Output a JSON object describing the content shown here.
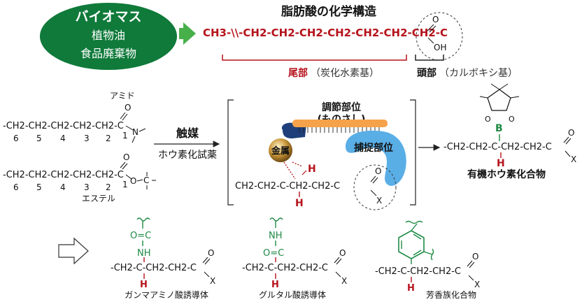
{
  "biomass": {
    "title": "バイオマス",
    "line1": "植物油",
    "line2": "食品廃棄物"
  },
  "fatty_acid": {
    "title": "脂肪酸の化学構造",
    "chain": "CH3-\\\\-CH2-CH2-CH2-CH2-CH2-CH2-CH2-C",
    "oxo": "O",
    "oh": "OH",
    "tail_label": "尾部",
    "tail_note": "（炭化水素基）",
    "head_label": "頭部",
    "head_note": "（カルボキシ基）"
  },
  "amide": {
    "label": "アミド",
    "chain": "-CH2-CH2-CH2-CH2-CH2-C",
    "nums": [
      "6",
      "5",
      "4",
      "3",
      "2",
      "1"
    ],
    "o": "O",
    "n": "N"
  },
  "ester": {
    "label": "エステル",
    "chain": "-CH2-CH2-CH2-CH2-CH2-C",
    "nums": [
      "6",
      "5",
      "4",
      "3",
      "2",
      "1"
    ],
    "o_top": "O",
    "o_side": "O",
    "c": "C"
  },
  "reaction": {
    "catalyst": "触媒",
    "reagent": "ホウ素化試薬"
  },
  "catalyst_model": {
    "regulator": "調節部位",
    "regulator_sub": "(ものさし)",
    "metal": "金属",
    "capture": "捕捉部位",
    "chain": "CH2-CH2-C-CH2-CH2-C",
    "h_top": "H",
    "h_bottom": "H",
    "o": "O",
    "x": "X"
  },
  "product": {
    "chain": "-CH2-CH2-C-CH2-CH2-C",
    "boron": "B",
    "o_left": "O",
    "o_right": "O",
    "h": "H",
    "o": "O",
    "x": "X",
    "label": "有機ホウ素化合物"
  },
  "derivatives": [
    {
      "label": "ガンマアミノ酸誘導体",
      "top": "O=C",
      "nh": "NH",
      "chain": "-CH2-C-CH2-CH2-C",
      "h": "H",
      "o": "O",
      "x": "X"
    },
    {
      "label": "グルタル酸誘導体",
      "nh": "NH",
      "top": "O=C",
      "chain": "-CH2-C-CH2-CH2-C",
      "h": "H",
      "o": "O",
      "x": "X"
    },
    {
      "label": "芳香族化合物",
      "chain": "-CH2-C-CH2-CH2-C",
      "h": "H",
      "o": "O",
      "x": "X"
    }
  ],
  "colors": {
    "red": "#b5121b",
    "green": "#1e8a45",
    "dark_green": "#0f7a3a",
    "orange": "#f5a24b",
    "blue": "#5aaee6",
    "navy": "#1f3f7a",
    "gold": "#b8862a"
  }
}
